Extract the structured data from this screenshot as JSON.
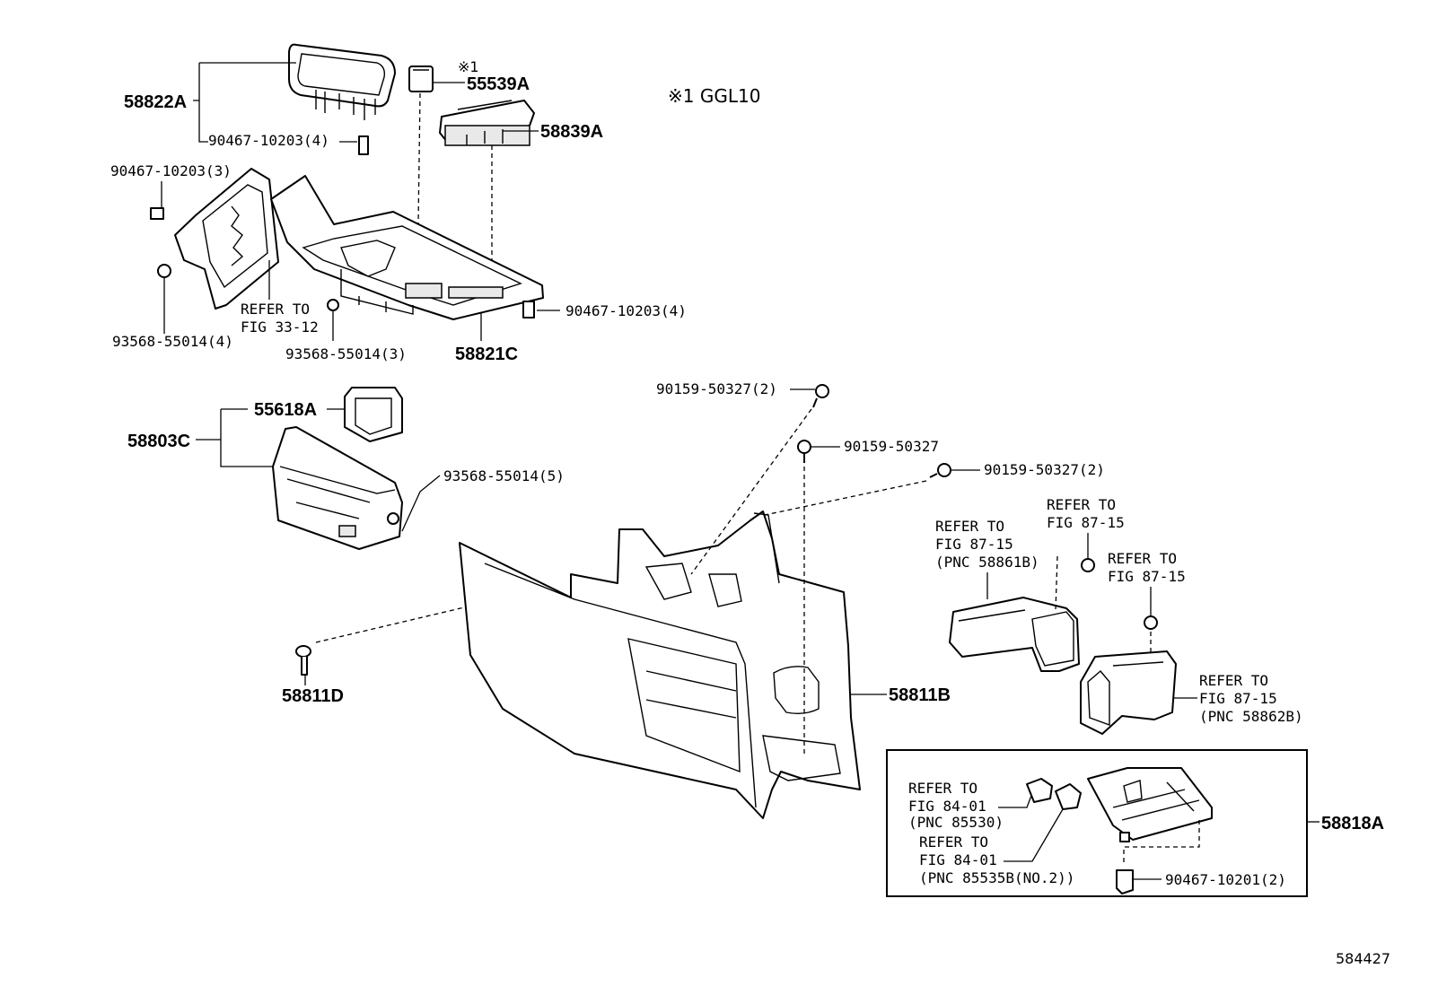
{
  "note": {
    "mark_small": "※1",
    "mark": "※1",
    "variant": "GGL10"
  },
  "parts": {
    "p58822A": "58822A",
    "p55539A": "55539A",
    "p58839A": "58839A",
    "p58821C": "58821C",
    "p58803C": "58803C",
    "p55618A": "55618A",
    "p58811D": "58811D",
    "p58811B": "58811B",
    "p58818A": "58818A"
  },
  "fasteners": {
    "f90467_10203_4_top": "90467-10203(4)",
    "f90467_10203_3": "90467-10203(3)",
    "f93568_55014_4": "93568-55014(4)",
    "f93568_55014_3": "93568-55014(3)",
    "f90467_10203_4_mid": "90467-10203(4)",
    "f93568_55014_5": "93568-55014(5)",
    "f90159_50327_2_top": "90159-50327(2)",
    "f90159_50327": "90159-50327",
    "f90159_50327_2_right": "90159-50327(2)",
    "f90467_10201_2": "90467-10201(2)"
  },
  "references": {
    "ref_33_12": {
      "line1": "REFER TO",
      "line2": "FIG 33-12"
    },
    "ref_87_15_a": {
      "line1": "REFER TO",
      "line2": "FIG 87-15",
      "line3": "(PNC 58861B)"
    },
    "ref_87_15_b": {
      "line1": "REFER TO",
      "line2": "FIG 87-15"
    },
    "ref_87_15_c": {
      "line1": "REFER TO",
      "line2": "FIG 87-15"
    },
    "ref_87_15_d": {
      "line1": "REFER TO",
      "line2": "FIG 87-15",
      "line3": "(PNC 58862B)"
    },
    "ref_84_01_a": {
      "line1": "REFER TO",
      "line2": "FIG 84-01",
      "line3": "(PNC 85530)"
    },
    "ref_84_01_b": {
      "line1": "REFER TO",
      "line2": "FIG 84-01",
      "line3": "(PNC 85535B(NO.2))"
    }
  },
  "figure_id": "584427"
}
